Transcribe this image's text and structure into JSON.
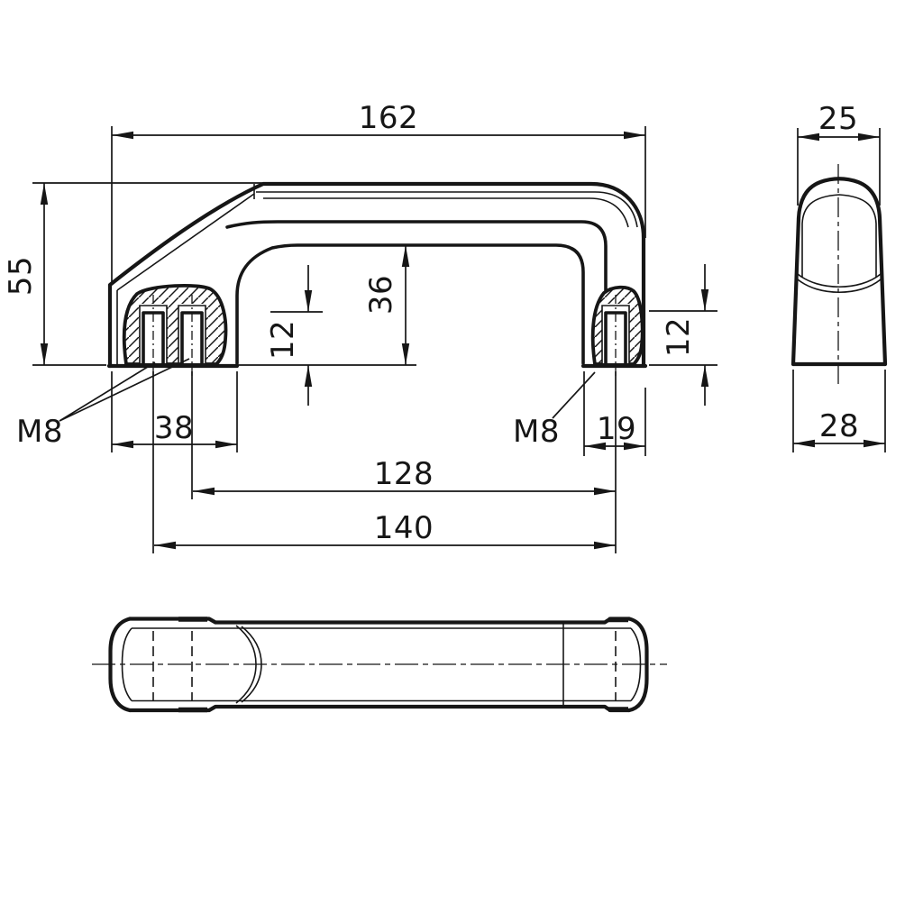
{
  "drawing": {
    "kind": "technical-drawing-pull-handle",
    "colors": {
      "background": "#ffffff",
      "line": "#161616"
    },
    "views": {
      "front": "front-view",
      "side": "side-view",
      "bottom": "bottom-view"
    },
    "dimensions": {
      "overall_length": "162",
      "overall_height": "55",
      "inner_clearance_height": "36",
      "thread_depth_left": "12",
      "thread_depth_right": "12",
      "left_hole_edge_distance": "38",
      "right_foot_width": "19",
      "hole_spacing_inner": "128",
      "hole_spacing_outer": "140",
      "grip_top_width": "25",
      "base_width": "28",
      "thread_callout_left": "M8",
      "thread_callout_right": "M8"
    }
  }
}
